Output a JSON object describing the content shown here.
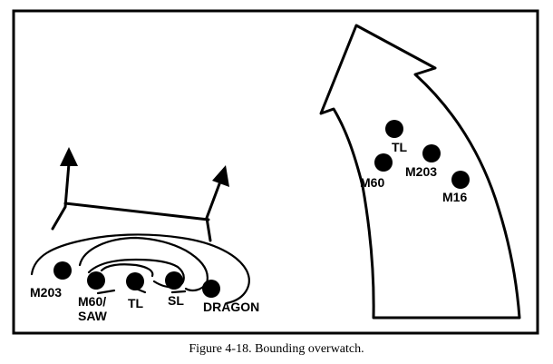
{
  "caption": "Figure 4-18.  Bounding overwatch.",
  "overwatch_group": {
    "labels": {
      "m203": "M203",
      "m60_saw_line1": "M60/",
      "m60_saw_line2": "SAW",
      "tl": "TL",
      "sl": "SL",
      "dragon": "DRAGON"
    }
  },
  "bounding_group": {
    "labels": {
      "tl": "TL",
      "m60": "M60",
      "m203": "M203",
      "m16": "M16"
    }
  },
  "colors": {
    "ink": "#000000",
    "background": "#ffffff"
  }
}
